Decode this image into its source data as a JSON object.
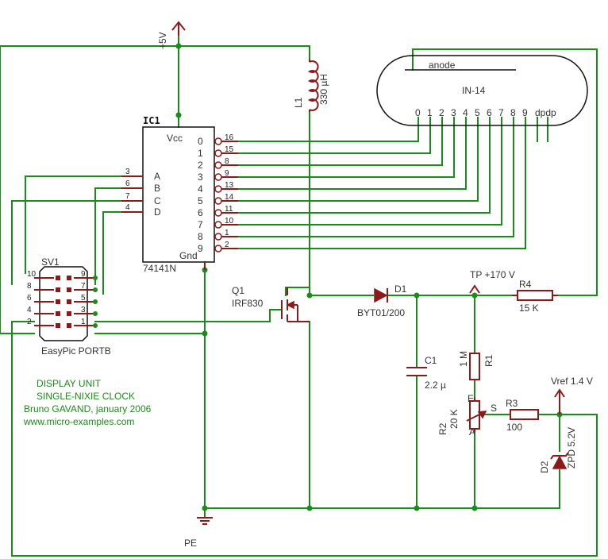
{
  "power": {
    "vcc": "+5V",
    "ground": "PE"
  },
  "ic1": {
    "name": "IC1",
    "value": "74141N",
    "vcc": "Vcc",
    "gnd": "Gnd",
    "inputs": [
      {
        "pin": "3",
        "name": "A"
      },
      {
        "pin": "6",
        "name": "B"
      },
      {
        "pin": "7",
        "name": "C"
      },
      {
        "pin": "4",
        "name": "D"
      }
    ],
    "outputs": [
      {
        "pin": "16",
        "name": "0"
      },
      {
        "pin": "15",
        "name": "1"
      },
      {
        "pin": "8",
        "name": "2"
      },
      {
        "pin": "9",
        "name": "3"
      },
      {
        "pin": "13",
        "name": "4"
      },
      {
        "pin": "14",
        "name": "5"
      },
      {
        "pin": "11",
        "name": "6"
      },
      {
        "pin": "10",
        "name": "7"
      },
      {
        "pin": "1",
        "name": "8"
      },
      {
        "pin": "2",
        "name": "9"
      }
    ]
  },
  "tube": {
    "name": "IN-14",
    "anode": "anode",
    "digits": [
      "0",
      "1",
      "2",
      "3",
      "4",
      "5",
      "6",
      "7",
      "8",
      "9"
    ],
    "dp": "dpdp"
  },
  "sv1": {
    "name": "SV1",
    "caption": "EasyPic PORTB",
    "left_pins": [
      "10",
      "8",
      "6",
      "4",
      "2"
    ],
    "right_pins": [
      "9",
      "7",
      "5",
      "3",
      "1"
    ]
  },
  "l1": {
    "name": "L1",
    "value": "330 µH"
  },
  "q1": {
    "name": "Q1",
    "value": "IRF830"
  },
  "d1": {
    "name": "D1",
    "value": "BYT01/200"
  },
  "c1": {
    "name": "C1",
    "value": "2.2 µ"
  },
  "tp": "TP +170 V",
  "r4": {
    "name": "R4",
    "value": "15 K"
  },
  "r1": {
    "name": "R1",
    "value": "1 M"
  },
  "r2": {
    "name": "R2",
    "value": "20 K",
    "pin_e": "E",
    "pin_a": "A",
    "pin_s": "S"
  },
  "r3": {
    "name": "R3",
    "value": "100"
  },
  "vref": "Vref 1.4 V",
  "d2": {
    "name": "D2",
    "value": "ZPD 5.2V"
  },
  "notes": [
    "DISPLAY UNIT",
    "SINGLE-NIXIE CLOCK",
    "Bruno GAVAND, january 2006",
    "www.micro-examples.com"
  ],
  "colors": {
    "wire": "#1a8c1a",
    "part": "#8c1a1a",
    "outline": "#111111"
  }
}
